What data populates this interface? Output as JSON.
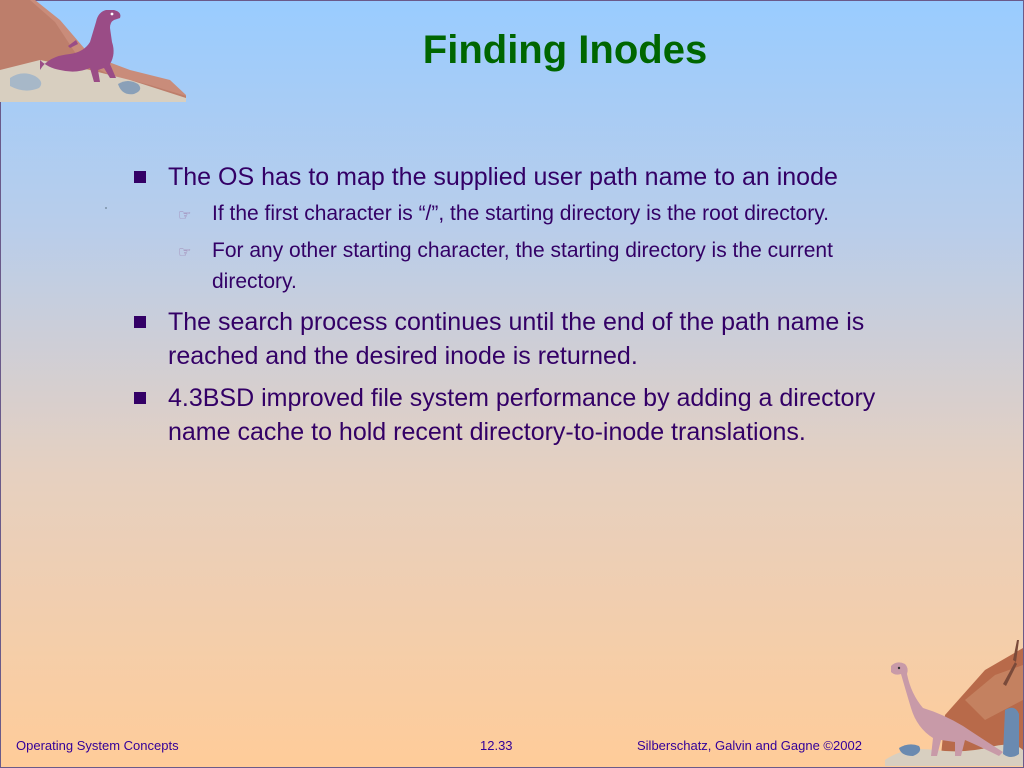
{
  "slide": {
    "title": "Finding Inodes",
    "bullets": [
      {
        "text": "The OS has to map the supplied user path name to an inode",
        "sub": [
          "If the first character is “/”, the starting directory is the root directory.",
          "For any other starting character, the starting directory is the current directory."
        ]
      },
      {
        "text": "The search process continues until the end of the path name is reached and the desired inode is returned."
      },
      {
        "text": "4.3BSD improved file system performance by adding a directory name cache to hold recent directory-to-inode translations."
      }
    ]
  },
  "footer": {
    "left": "Operating System Concepts",
    "center": "12.33",
    "right": "Silberschatz, Galvin and  Gagne ©2002"
  },
  "icons": {
    "top_left": "dinosaur-on-rock-icon",
    "bottom_right": "dinosaur-on-cliff-icon",
    "sub_bullet": "pointing-hand-icon",
    "main_bullet": "square-bullet-icon"
  },
  "colors": {
    "title": "#006600",
    "text": "#330066",
    "footer": "#330099",
    "background_top": "#99ccff",
    "background_bottom": "#ffcc99"
  }
}
